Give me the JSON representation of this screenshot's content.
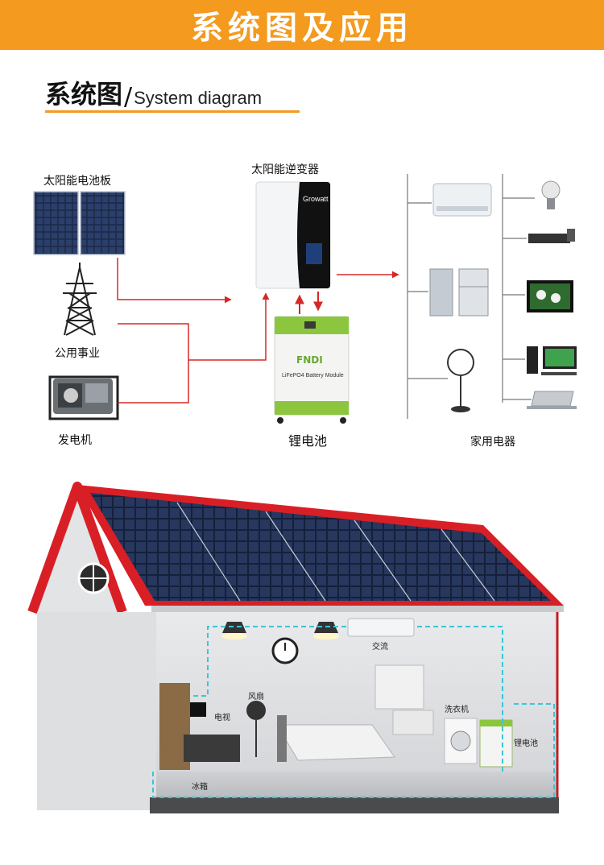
{
  "banner": {
    "title": "系统图及应用"
  },
  "heading": {
    "cn": "系统图",
    "sep": "/",
    "en": "System diagram"
  },
  "diagram": {
    "solar_panel": "太阳能电池板",
    "utility": "公用事业",
    "generator": "发电机",
    "inverter": "太阳能逆变器",
    "inverter_brand": "Growatt",
    "battery": "锂电池",
    "battery_brand": "FNDI",
    "battery_model": "LiFePO4 Battery Module",
    "appliances": "家用电器"
  },
  "house": {
    "ac": "交流",
    "fan": "风扇",
    "tv": "电视",
    "washer": "洗衣机",
    "battery": "锂电池",
    "fridge": "冰箱"
  },
  "colors": {
    "accent": "#f39a1f",
    "wire": "#d62828",
    "roof": "#d91f26",
    "dashed": "#3cc4d6"
  }
}
